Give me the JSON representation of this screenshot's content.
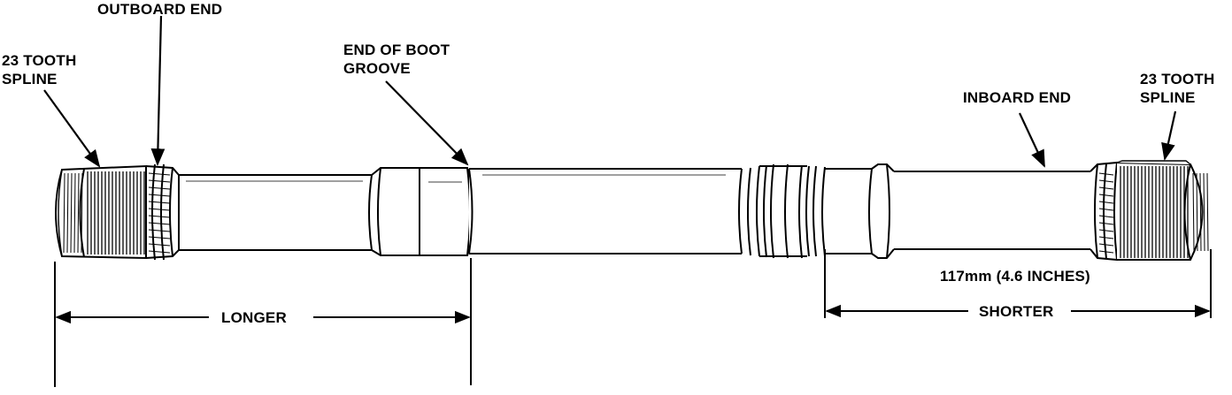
{
  "diagram": {
    "labels": {
      "outboard_end": "OUTBOARD END",
      "left_spline_line1": "23 TOOTH",
      "left_spline_line2": "SPLINE",
      "boot_groove_line1": "END OF BOOT",
      "boot_groove_line2": "GROOVE",
      "inboard_end": "INBOARD END",
      "right_spline_line1": "23 TOOTH",
      "right_spline_line2": "SPLINE",
      "measurement": "117mm (4.6 INCHES)",
      "longer": "LONGER",
      "shorter": "SHORTER"
    },
    "colors": {
      "ink": "#000000",
      "paper": "#ffffff"
    }
  }
}
